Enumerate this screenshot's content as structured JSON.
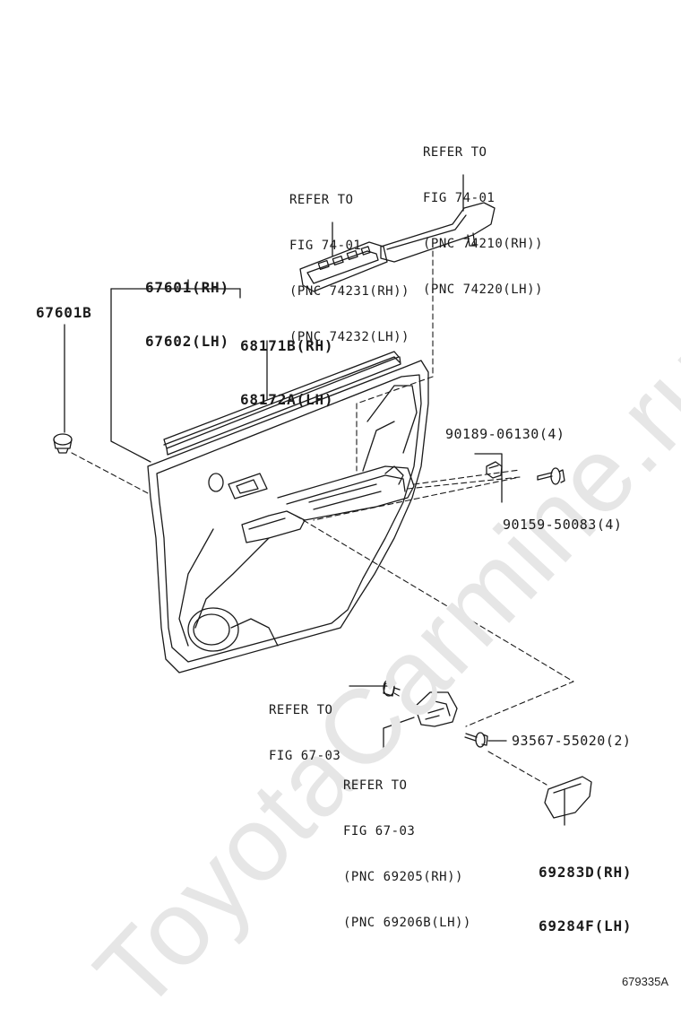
{
  "watermark": "ToyotaCarmine.ru",
  "figure_code": "679335A",
  "callouts": {
    "switch_bezel_ref": [
      "REFER TO",
      "FIG 74-01",
      "(PNC 74231(RH))",
      "(PNC 74232(LH))"
    ],
    "armrest_switch_ref": [
      "REFER TO",
      "FIG 74-01",
      "(PNC 74210(RH))",
      "(PNC 74220(LH))"
    ],
    "trim_board": [
      "67601(RH)",
      "67602(LH)"
    ],
    "clip": "67601B",
    "weatherstrip": [
      "68171B(RH)",
      "68172A(LH)"
    ],
    "clip_nut": "90189-06130(4)",
    "screw": "90159-50083(4)",
    "handle_screw_ref": [
      "REFER TO",
      "FIG 67-03"
    ],
    "inside_handle_ref": [
      "REFER TO",
      "FIG 67-03",
      "(PNC 69205(RH))",
      "(PNC 69206B(LH))"
    ],
    "handle_screw": "93567-55020(2)",
    "handle_cover": [
      "69283D(RH)",
      "69284F(LH)"
    ]
  }
}
